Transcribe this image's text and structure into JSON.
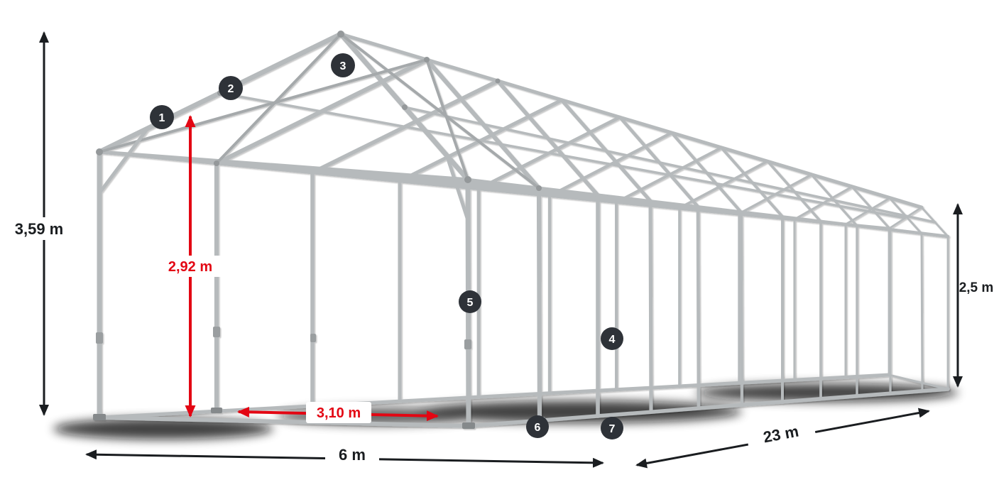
{
  "product_diagram": {
    "type": "tent-frame-dimension-diagram",
    "dimensions": {
      "total_height": "3,59 m",
      "entrance_height": "2,92 m",
      "entrance_width": "3,10 m",
      "width": "6 m",
      "length": "23 m",
      "side_height": "2,5 m"
    },
    "hotspots": [
      {
        "id": "1",
        "label": "1"
      },
      {
        "id": "2",
        "label": "2"
      },
      {
        "id": "3",
        "label": "3"
      },
      {
        "id": "4",
        "label": "4"
      },
      {
        "id": "5",
        "label": "5"
      },
      {
        "id": "6",
        "label": "6"
      },
      {
        "id": "7",
        "label": "7"
      }
    ],
    "colors": {
      "accent_red": "#e30613",
      "hotspot_bg": "#2e3238",
      "frame_tube": "#b6babc",
      "dimension_text": "#1a1d20"
    }
  }
}
